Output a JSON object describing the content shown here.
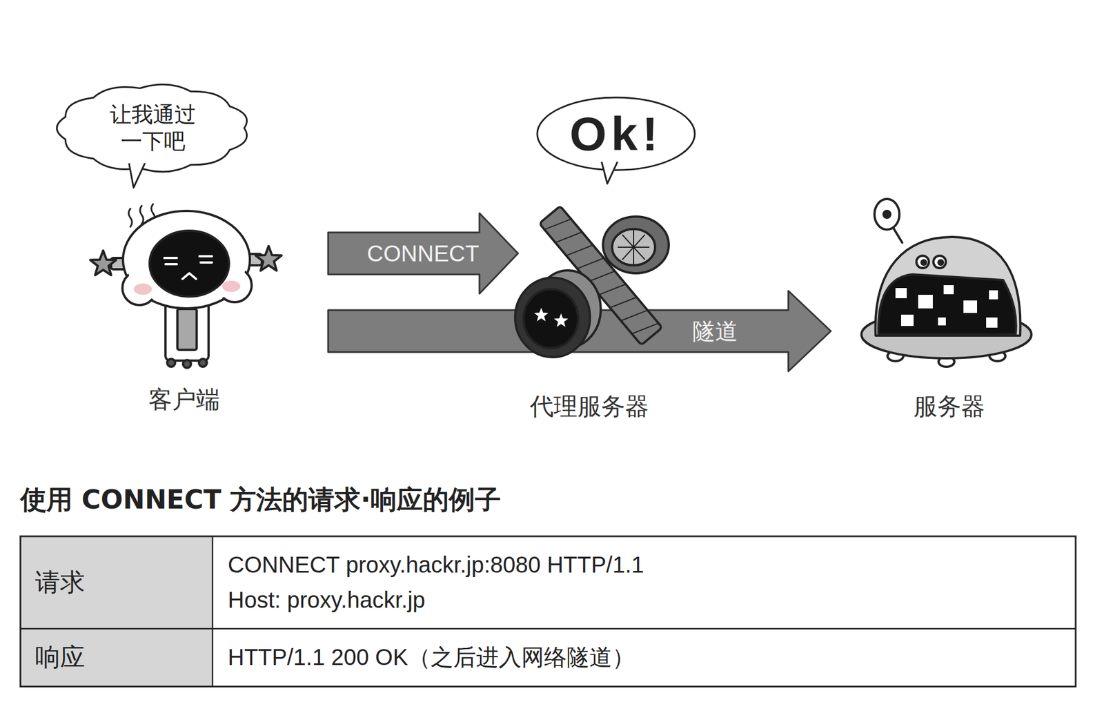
{
  "diagram": {
    "title": "使用 CONNECT 方法的请求·响应的例子",
    "nodes": [
      {
        "text": [
          "让我通过 一下吧"
        ]
      },
      {
        "text": [
          "Ok!"
        ]
      },
      {
        "text": [
          "客户端"
        ]
      },
      {
        "text": [
          "代理服务器"
        ]
      },
      {
        "text": [
          "服务器"
        ]
      }
    ],
    "edges": [
      {
        "from": 2,
        "to": 3,
        "label": "CONNECT",
        "arrow": "to"
      },
      {
        "from": 2,
        "to": 4,
        "label": "隧道",
        "arrow": "to"
      }
    ],
    "labels": [
      "请求",
      "CONNECT proxy.hackr.jp:8080 HTTP/1.1",
      "Host: proxy.hackr.jp",
      "响应",
      "HTTP/1.1 200 OK（之后进入网络隧道）"
    ]
  }
}
